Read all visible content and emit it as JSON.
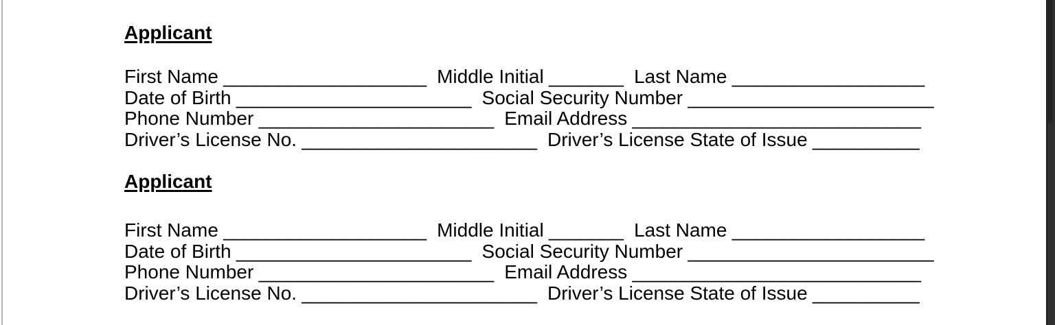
{
  "page": {
    "background_color": "#ffffff",
    "left_edge_color": "#b3b3b3",
    "gutter_color": "#303030",
    "scrollbar_thumb_color": "#242424",
    "text_color": "#000000"
  },
  "document": {
    "sections": [
      {
        "heading": "Applicant",
        "rows": [
          {
            "fields": [
              {
                "label": "First Name",
                "blank": "___________________"
              },
              {
                "label": "Middle Initial",
                "blank": "_______"
              },
              {
                "label": "Last Name",
                "blank": "__________________"
              }
            ]
          },
          {
            "fields": [
              {
                "label": "Date of Birth",
                "blank": "______________________"
              },
              {
                "label": "Social Security Number",
                "blank": "_______________________"
              }
            ]
          },
          {
            "fields": [
              {
                "label": "Phone Number",
                "blank": "______________________"
              },
              {
                "label": "Email Address",
                "blank": "___________________________"
              }
            ]
          },
          {
            "fields": [
              {
                "label": "Driver’s License No.",
                "blank": "______________________"
              },
              {
                "label": "Driver’s License State of Issue",
                "blank": "__________"
              }
            ]
          }
        ]
      },
      {
        "heading": "Applicant",
        "rows": [
          {
            "fields": [
              {
                "label": "First Name",
                "blank": "___________________"
              },
              {
                "label": "Middle Initial",
                "blank": "_______"
              },
              {
                "label": "Last Name",
                "blank": "__________________"
              }
            ]
          },
          {
            "fields": [
              {
                "label": "Date of Birth",
                "blank": "______________________"
              },
              {
                "label": "Social Security Number",
                "blank": "_______________________"
              }
            ]
          },
          {
            "fields": [
              {
                "label": "Phone Number",
                "blank": "______________________"
              },
              {
                "label": "Email Address",
                "blank": "___________________________"
              }
            ]
          },
          {
            "fields": [
              {
                "label": "Driver’s License No.",
                "blank": "______________________"
              },
              {
                "label": "Driver’s License State of Issue",
                "blank": "__________"
              }
            ]
          }
        ]
      }
    ]
  }
}
